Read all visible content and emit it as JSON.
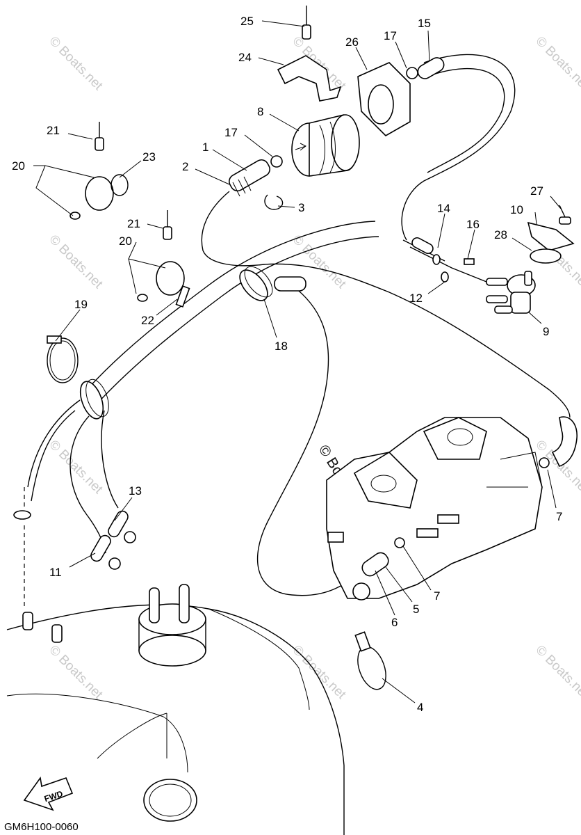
{
  "diagram": {
    "reference_code": "GM6H100-0060",
    "direction_label": "FWD",
    "watermark": "© Boats.net",
    "callouts": [
      {
        "id": "1",
        "label": "1"
      },
      {
        "id": "2",
        "label": "2"
      },
      {
        "id": "3",
        "label": "3"
      },
      {
        "id": "4",
        "label": "4"
      },
      {
        "id": "5",
        "label": "5"
      },
      {
        "id": "6",
        "label": "6"
      },
      {
        "id": "7a",
        "label": "7"
      },
      {
        "id": "7b",
        "label": "7"
      },
      {
        "id": "8",
        "label": "8"
      },
      {
        "id": "9",
        "label": "9"
      },
      {
        "id": "10",
        "label": "10"
      },
      {
        "id": "11",
        "label": "11"
      },
      {
        "id": "12",
        "label": "12"
      },
      {
        "id": "13",
        "label": "13"
      },
      {
        "id": "14",
        "label": "14"
      },
      {
        "id": "15",
        "label": "15"
      },
      {
        "id": "16",
        "label": "16"
      },
      {
        "id": "17a",
        "label": "17"
      },
      {
        "id": "17b",
        "label": "17"
      },
      {
        "id": "18",
        "label": "18"
      },
      {
        "id": "19",
        "label": "19"
      },
      {
        "id": "20a",
        "label": "20"
      },
      {
        "id": "20b",
        "label": "20"
      },
      {
        "id": "21a",
        "label": "21"
      },
      {
        "id": "21b",
        "label": "21"
      },
      {
        "id": "22",
        "label": "22"
      },
      {
        "id": "23",
        "label": "23"
      },
      {
        "id": "24",
        "label": "24"
      },
      {
        "id": "25",
        "label": "25"
      },
      {
        "id": "26",
        "label": "26"
      },
      {
        "id": "27",
        "label": "27"
      },
      {
        "id": "28",
        "label": "28"
      }
    ]
  }
}
